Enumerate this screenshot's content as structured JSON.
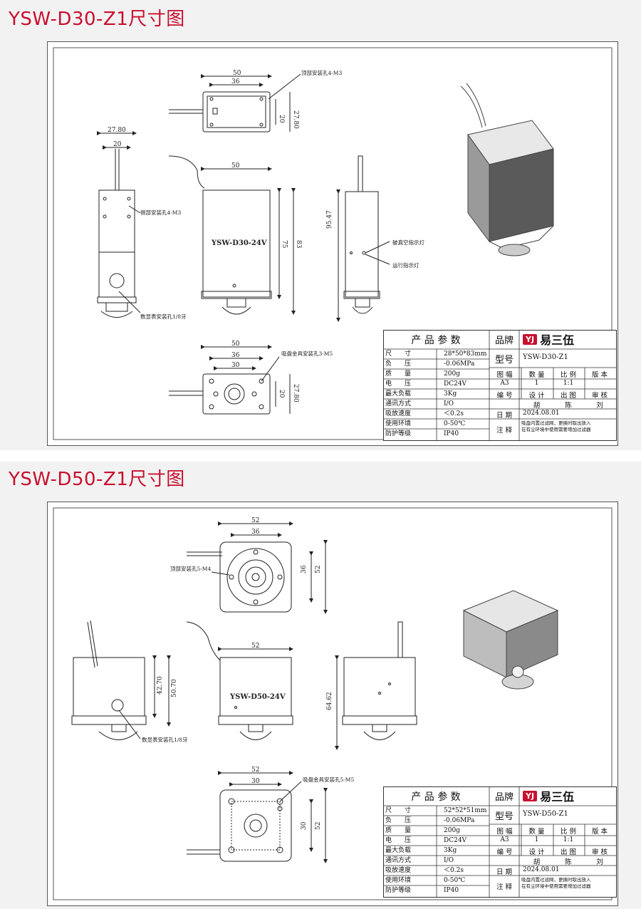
{
  "sections": [
    {
      "title": "YSW-D30-Z1尺寸图",
      "model_text": "YSW-D30-24V",
      "dims": {
        "top_w": "50",
        "top_inner": "36",
        "top_h1": "20",
        "top_h2": "27.80",
        "side_w": "27.80",
        "side_inner": "20",
        "front_w": "50",
        "front_h1": "75",
        "front_h2": "83",
        "right_h": "95.47",
        "bottom_w": "50",
        "bottom_36": "36",
        "bottom_30": "30",
        "bottom_h1": "20",
        "bottom_h2": "27.80"
      },
      "labels": {
        "top_holes": "顶部安装孔4-M3",
        "side_holes": "侧部安装孔4-M3",
        "gauge_hole": "数显表安装孔1/8牙",
        "vac_break_light": "破真空指示灯",
        "run_light": "运行指示灯",
        "cup_holes": "吸盘金具安装孔3-M5"
      },
      "params": {
        "header": "产 品 参 数",
        "rows": [
          {
            "k": "尺　　寸",
            "v": "28*50*83mm"
          },
          {
            "k": "负　　压",
            "v": "-0.06MPa"
          },
          {
            "k": "质　　量",
            "v": "200g"
          },
          {
            "k": "电　　压",
            "v": "DC24V"
          },
          {
            "k": "最大负载",
            "v": "3Kg"
          },
          {
            "k": "通讯方式",
            "v": "I/O"
          },
          {
            "k": "吸放速度",
            "v": "＜0.2s"
          },
          {
            "k": "使用环境",
            "v": "0-50℃"
          },
          {
            "k": "防护等级",
            "v": "IP40"
          }
        ]
      },
      "title_block": {
        "brand_label": "品牌",
        "brand_name": "易三伍",
        "model_label": "型号",
        "model": "YSW-D30-Z1",
        "h1": "图 幅",
        "h2": "数 量",
        "h3": "比 例",
        "h4": "版 本",
        "v1": "A3",
        "v2": "1",
        "v3": "1:1",
        "v4": "",
        "h5": "编 号",
        "h6": "设 计",
        "h7": "出 图",
        "h8": "审 核",
        "v5": "",
        "v6": "胡",
        "v7": "陈",
        "v8": "刘",
        "date_label": "日 期",
        "date": "2024.08.01",
        "note_label": "注 释",
        "note1": "吸盘内置过滤网，更换时取出放入",
        "note2": "在有尘环境中使用需要增加过滤器"
      }
    },
    {
      "title": "YSW-D50-Z1尺寸图",
      "model_text": "YSW-D50-24V",
      "dims": {
        "top_w": "52",
        "top_inner": "36",
        "top_h1": "36",
        "top_h2": "52",
        "front_w": "52",
        "left_h1": "42.70",
        "left_h2": "50.70",
        "right_h": "64.62",
        "bottom_w": "52",
        "bottom_30": "30",
        "bottom_h1": "30",
        "bottom_h2": "52"
      },
      "labels": {
        "top_holes": "顶部安装孔5-M4",
        "gauge_hole": "数显表安装孔1/8牙",
        "cup_holes": "吸盘金具安装孔5-M5"
      },
      "params": {
        "header": "产 品 参 数",
        "rows": [
          {
            "k": "尺　　寸",
            "v": "52*52*51mm"
          },
          {
            "k": "负　　压",
            "v": "-0.06MPa"
          },
          {
            "k": "质　　量",
            "v": "200g"
          },
          {
            "k": "电　　压",
            "v": "DC24V"
          },
          {
            "k": "最大负载",
            "v": "3Kg"
          },
          {
            "k": "通讯方式",
            "v": "I/O"
          },
          {
            "k": "吸放速度",
            "v": "＜0.2s"
          },
          {
            "k": "使用环境",
            "v": "0-50℃"
          },
          {
            "k": "防护等级",
            "v": "IP40"
          }
        ]
      },
      "title_block": {
        "brand_label": "品牌",
        "brand_name": "易三伍",
        "model_label": "型号",
        "model": "YSW-D50-Z1",
        "h1": "图 幅",
        "h2": "数 量",
        "h3": "比 例",
        "h4": "版 本",
        "v1": "A3",
        "v2": "1",
        "v3": "1:1",
        "v4": "",
        "h5": "编 号",
        "h6": "设 计",
        "h7": "出 图",
        "h8": "审 核",
        "v5": "",
        "v6": "胡",
        "v7": "陈",
        "v8": "刘",
        "date_label": "日 期",
        "date": "2024.08.01",
        "note_label": "注 释",
        "note1": "吸盘内置过滤网，更换时取出放入",
        "note2": "在有尘环境中使用需要增加过滤器"
      }
    }
  ]
}
